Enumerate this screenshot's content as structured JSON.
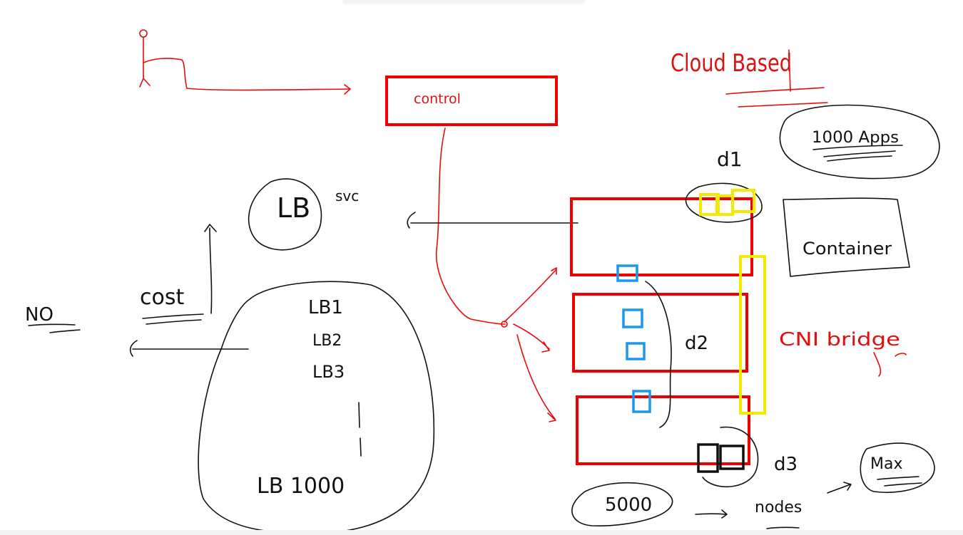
{
  "labels": {
    "control": "control",
    "cloud_based": "Cloud Based",
    "lb": "LB",
    "svc": "svc",
    "no": "NO",
    "cost": "cost",
    "lb1": "LB1",
    "lb2": "LB2",
    "lb3": "LB3",
    "lb1000": "LB 1000",
    "apps": "1000 Apps",
    "d1": "d1",
    "d2": "d2",
    "d3": "d3",
    "container": "Container",
    "cni_bridge": "CNI bridge",
    "k5000": "5000",
    "nodes": "nodes",
    "max": "Max"
  },
  "colors": {
    "ink": "#111111",
    "red": "#ee0000",
    "yellow": "#f4ea00",
    "blue": "#1a98f0"
  }
}
